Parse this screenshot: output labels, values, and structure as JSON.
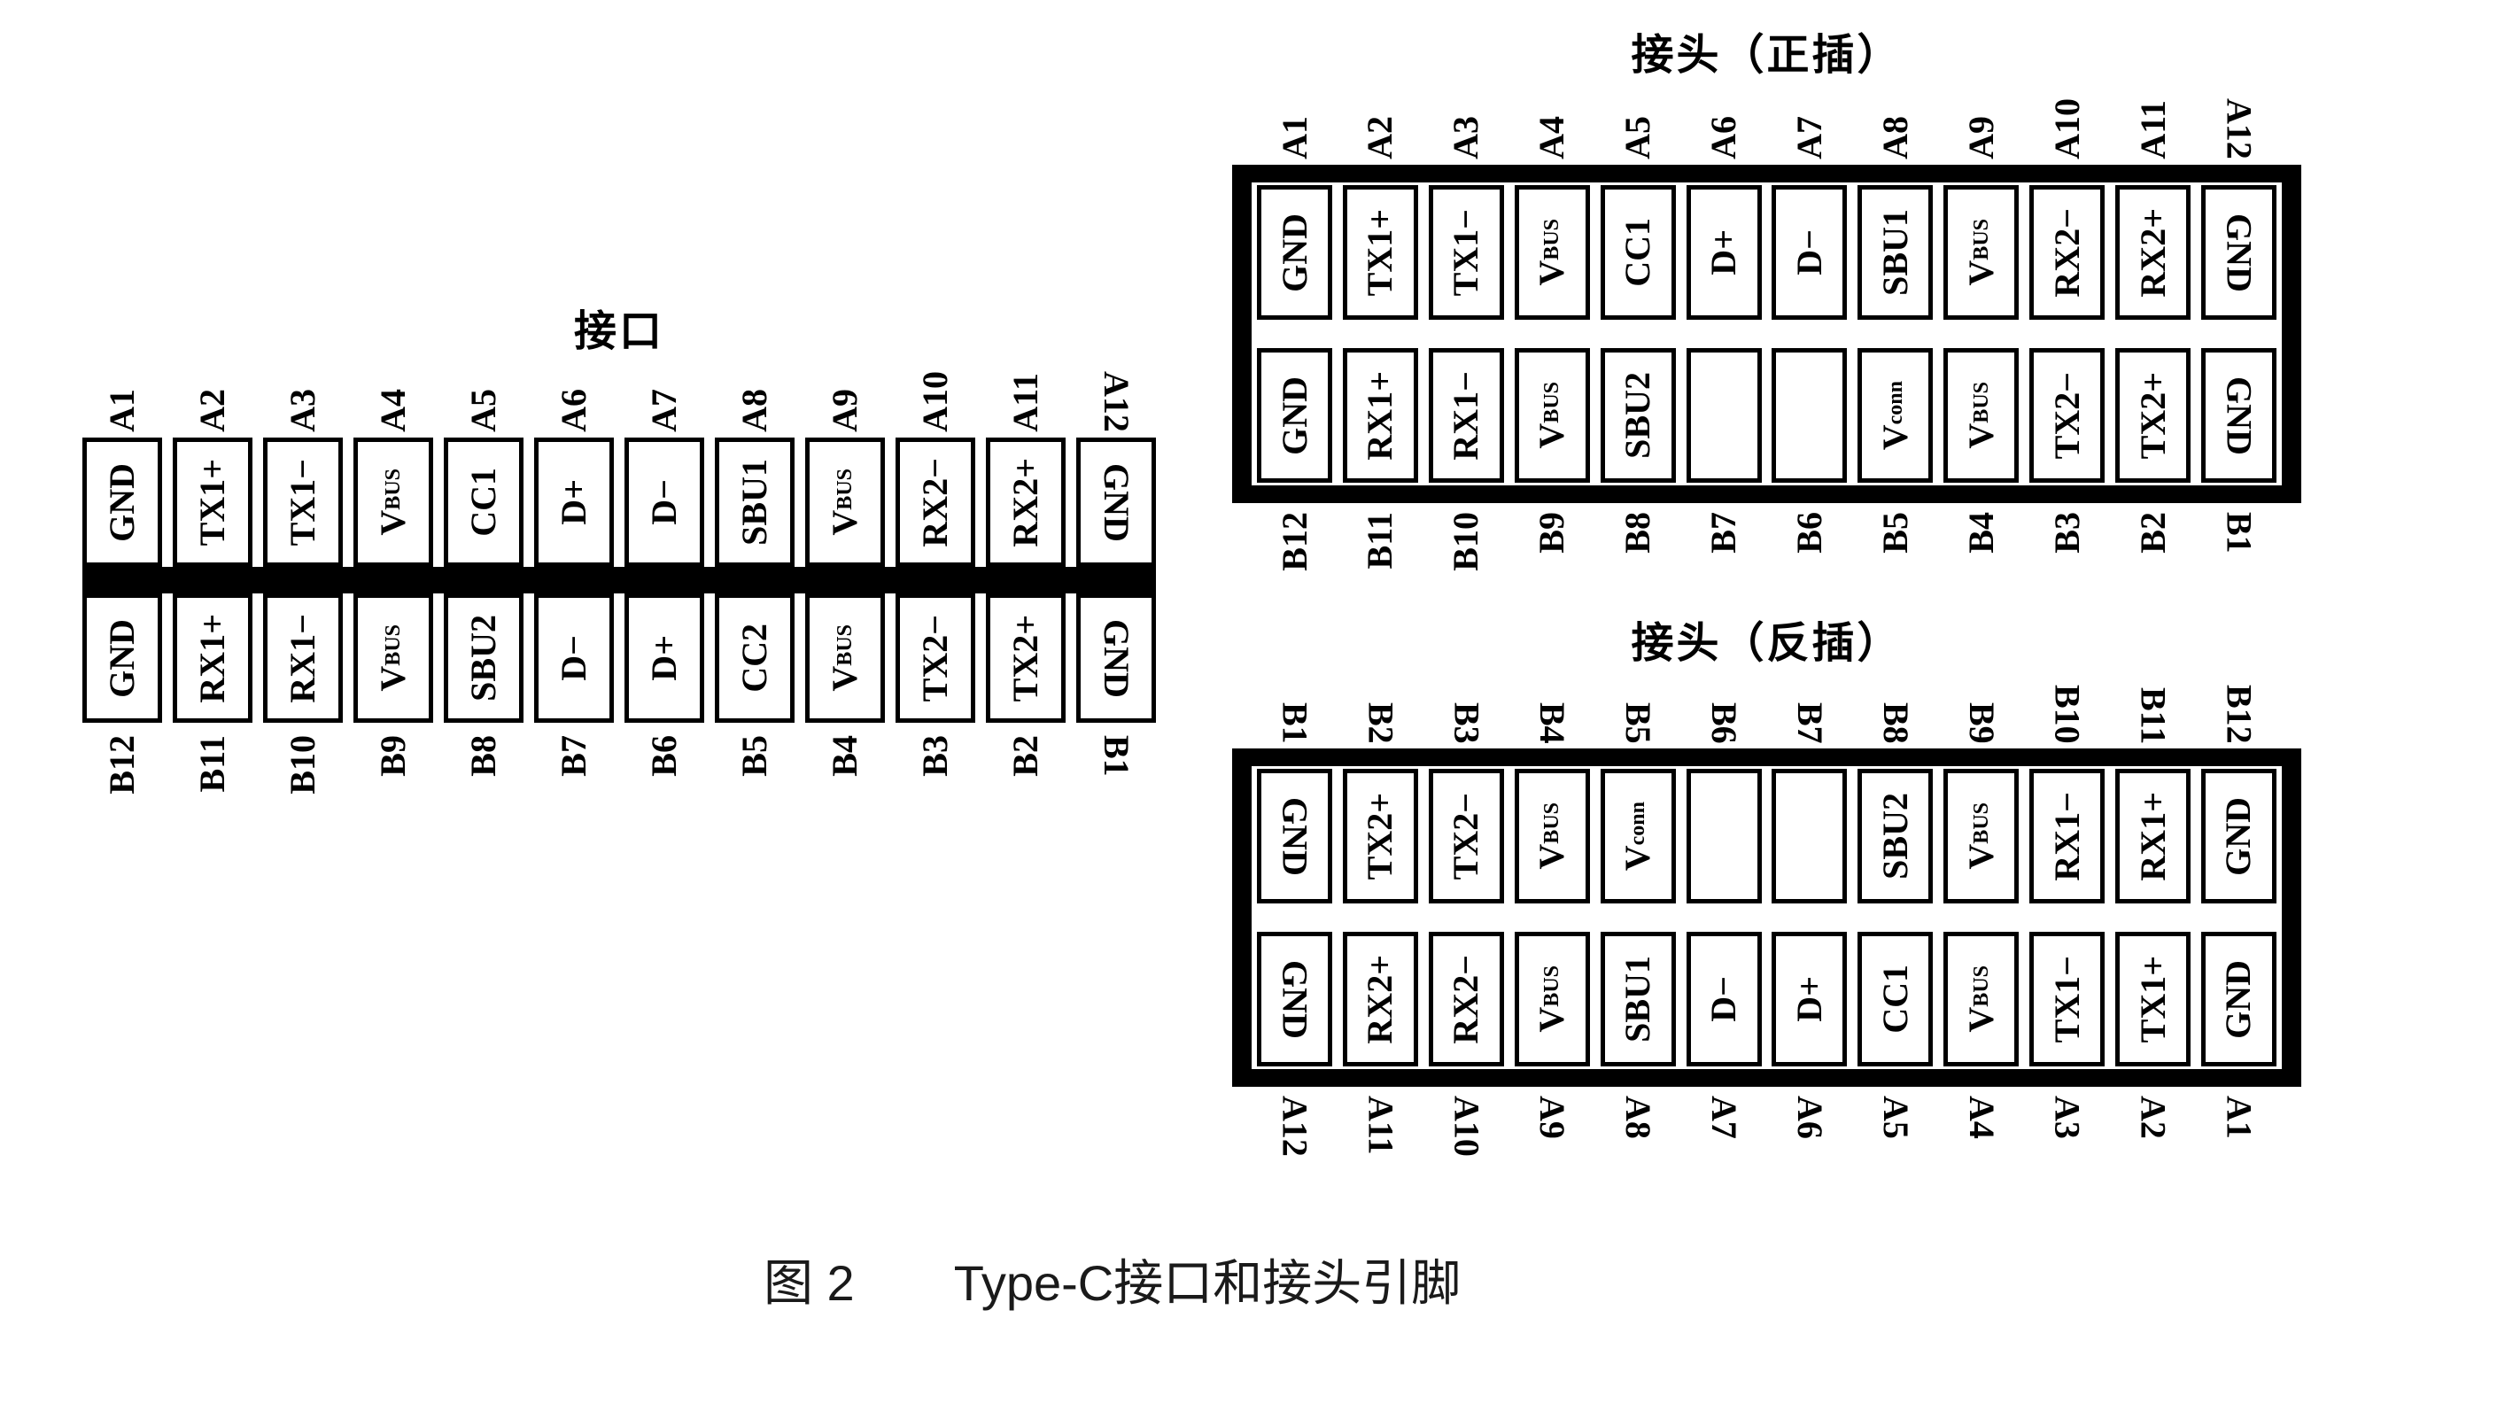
{
  "figure": {
    "caption": {
      "fig_label": "图 2",
      "title": "Type-C接口和接头引脚"
    }
  },
  "tables": [
    {
      "id": "receptacle",
      "title": "接口",
      "top_labels": [
        {
          "text": "A1"
        },
        {
          "text": "A2"
        },
        {
          "text": "A3"
        },
        {
          "text": "A4"
        },
        {
          "text": "A5"
        },
        {
          "text": "A6"
        },
        {
          "text": "A7"
        },
        {
          "text": "A8"
        },
        {
          "text": "A9"
        },
        {
          "text": "A10"
        },
        {
          "text": "A11"
        },
        {
          "text": "A12",
          "flipped": true
        }
      ],
      "rows": [
        {
          "name": "A",
          "cells": [
            {
              "text": "GND"
            },
            {
              "text": "TX1+"
            },
            {
              "text": "TX1−"
            },
            {
              "main": "V",
              "sub": "BUS"
            },
            {
              "text": "CC1"
            },
            {
              "text": "D+"
            },
            {
              "text": "D−"
            },
            {
              "text": "SBU1"
            },
            {
              "main": "V",
              "sub": "BUS"
            },
            {
              "text": "RX2−"
            },
            {
              "text": "RX2+"
            },
            {
              "text": "GND",
              "flipped": true
            }
          ]
        },
        {
          "name": "B",
          "cells": [
            {
              "text": "GND"
            },
            {
              "text": "RX1+"
            },
            {
              "text": "RX1−"
            },
            {
              "main": "V",
              "sub": "BUS"
            },
            {
              "text": "SBU2"
            },
            {
              "text": "D−"
            },
            {
              "text": "D+"
            },
            {
              "text": "CC2"
            },
            {
              "main": "V",
              "sub": "BUS"
            },
            {
              "text": "TX2−"
            },
            {
              "text": "TX2+"
            },
            {
              "text": "GND",
              "flipped": true
            }
          ]
        }
      ],
      "bottom_labels": [
        {
          "text": "B12"
        },
        {
          "text": "B11"
        },
        {
          "text": "B10"
        },
        {
          "text": "B9"
        },
        {
          "text": "B8"
        },
        {
          "text": "B7"
        },
        {
          "text": "B6"
        },
        {
          "text": "B5"
        },
        {
          "text": "B4"
        },
        {
          "text": "B3"
        },
        {
          "text": "B2"
        },
        {
          "text": "B1",
          "flipped": true
        }
      ]
    },
    {
      "id": "plug-normal",
      "title": "接头（正插）",
      "top_labels": [
        {
          "text": "A1"
        },
        {
          "text": "A2"
        },
        {
          "text": "A3"
        },
        {
          "text": "A4"
        },
        {
          "text": "A5"
        },
        {
          "text": "A6"
        },
        {
          "text": "A7"
        },
        {
          "text": "A8"
        },
        {
          "text": "A9"
        },
        {
          "text": "A10"
        },
        {
          "text": "A11"
        },
        {
          "text": "A12",
          "flipped": true
        }
      ],
      "rows": [
        {
          "name": "A",
          "cells": [
            {
              "text": "GND"
            },
            {
              "text": "TX1+"
            },
            {
              "text": "TX1−"
            },
            {
              "main": "V",
              "sub": "BUS"
            },
            {
              "text": "CC1"
            },
            {
              "text": "D+"
            },
            {
              "text": "D−"
            },
            {
              "text": "SBU1"
            },
            {
              "main": "V",
              "sub": "BUS"
            },
            {
              "text": "RX2−"
            },
            {
              "text": "RX2+"
            },
            {
              "text": "GND",
              "flipped": true
            }
          ]
        },
        {
          "name": "B",
          "cells": [
            {
              "text": "GND"
            },
            {
              "text": "RX1+"
            },
            {
              "text": "RX1−"
            },
            {
              "main": "V",
              "sub": "BUS"
            },
            {
              "text": "SBU2"
            },
            {
              "empty": true
            },
            {
              "empty": true
            },
            {
              "main": "V",
              "sub": "conn"
            },
            {
              "main": "V",
              "sub": "BUS"
            },
            {
              "text": "TX2−"
            },
            {
              "text": "TX2+"
            },
            {
              "text": "GND",
              "flipped": true
            }
          ]
        }
      ],
      "bottom_labels": [
        {
          "text": "B12"
        },
        {
          "text": "B11"
        },
        {
          "text": "B10"
        },
        {
          "text": "B9"
        },
        {
          "text": "B8"
        },
        {
          "text": "B7"
        },
        {
          "text": "B6"
        },
        {
          "text": "B5"
        },
        {
          "text": "B4"
        },
        {
          "text": "B3"
        },
        {
          "text": "B2"
        },
        {
          "text": "B1",
          "flipped": true
        }
      ]
    },
    {
      "id": "plug-reversed",
      "title": "接头（反插）",
      "top_labels": [
        {
          "text": "B1",
          "flipped": true
        },
        {
          "text": "B2",
          "flipped": true
        },
        {
          "text": "B3",
          "flipped": true
        },
        {
          "text": "B4",
          "flipped": true
        },
        {
          "text": "B5",
          "flipped": true
        },
        {
          "text": "B6",
          "flipped": true
        },
        {
          "text": "B7",
          "flipped": true
        },
        {
          "text": "B8",
          "flipped": true
        },
        {
          "text": "B9",
          "flipped": true
        },
        {
          "text": "B10",
          "flipped": true
        },
        {
          "text": "B11",
          "flipped": true
        },
        {
          "text": "B12",
          "flipped": true
        }
      ],
      "rows": [
        {
          "name": "B",
          "cells": [
            {
              "text": "GND",
              "flipped": true
            },
            {
              "text": "TX2+"
            },
            {
              "text": "TX2−"
            },
            {
              "main": "V",
              "sub": "BUS"
            },
            {
              "main": "V",
              "sub": "conn"
            },
            {
              "empty": true
            },
            {
              "empty": true
            },
            {
              "text": "SBU2"
            },
            {
              "main": "V",
              "sub": "BUS"
            },
            {
              "text": "RX1−"
            },
            {
              "text": "RX1+"
            },
            {
              "text": "GND"
            }
          ]
        },
        {
          "name": "A",
          "cells": [
            {
              "text": "GND",
              "flipped": true
            },
            {
              "text": "RX2+"
            },
            {
              "text": "RX2−"
            },
            {
              "main": "V",
              "sub": "BUS"
            },
            {
              "text": "SBU1"
            },
            {
              "text": "D−"
            },
            {
              "text": "D+"
            },
            {
              "text": "CC1"
            },
            {
              "main": "V",
              "sub": "BUS"
            },
            {
              "text": "TX1−"
            },
            {
              "text": "TX1+"
            },
            {
              "text": "GND"
            }
          ]
        }
      ],
      "bottom_labels": [
        {
          "text": "A12",
          "flipped": true
        },
        {
          "text": "A11",
          "flipped": true
        },
        {
          "text": "A10",
          "flipped": true
        },
        {
          "text": "A9",
          "flipped": true
        },
        {
          "text": "A8",
          "flipped": true
        },
        {
          "text": "A7",
          "flipped": true
        },
        {
          "text": "A6",
          "flipped": true
        },
        {
          "text": "A5",
          "flipped": true
        },
        {
          "text": "A4",
          "flipped": true
        },
        {
          "text": "A3",
          "flipped": true
        },
        {
          "text": "A2",
          "flipped": true
        },
        {
          "text": "A1",
          "flipped": true
        }
      ]
    }
  ]
}
